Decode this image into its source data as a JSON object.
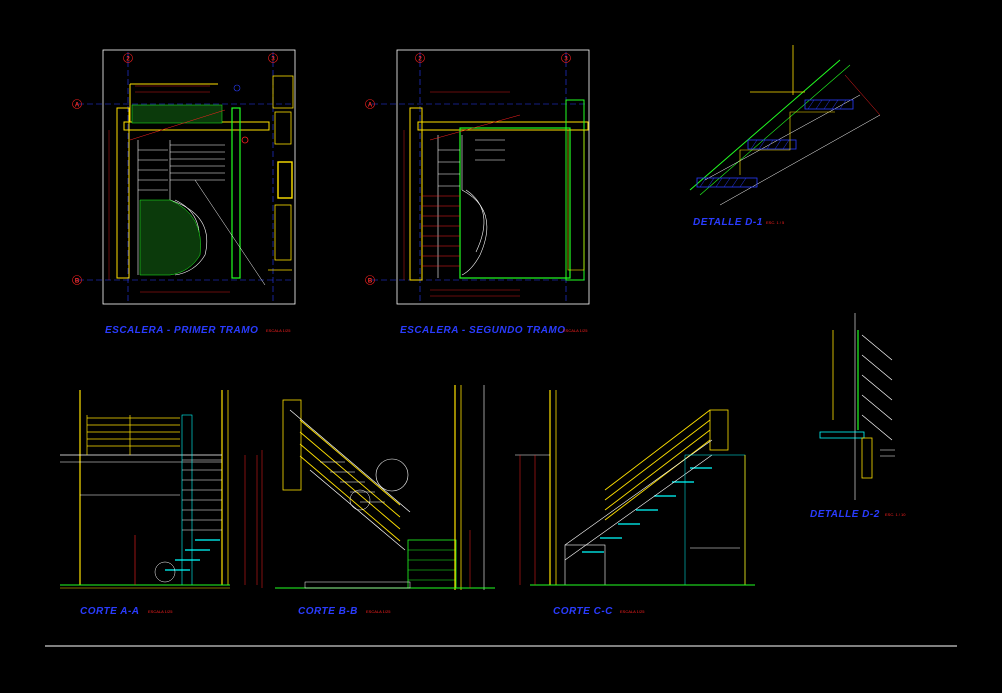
{
  "drawing": {
    "views": [
      {
        "id": "plan1",
        "title": "ESCALERA - PRIMER TRAMO",
        "scale": "ESCALA 1/25"
      },
      {
        "id": "plan2",
        "title": "ESCALERA - SEGUNDO TRAMO",
        "scale": "ESCALA 1/25"
      },
      {
        "id": "detail-d1",
        "title": "DETALLE D-1",
        "scale": "ESC. 1 / 5"
      },
      {
        "id": "detail-d2",
        "title": "DETALLE D-2",
        "scale": "ESC. 1 / 10"
      },
      {
        "id": "section-aa",
        "title": "CORTE A-A",
        "scale": "ESCALA 1/25"
      },
      {
        "id": "section-bb",
        "title": "CORTE B-B",
        "scale": "ESCALA 1/25"
      },
      {
        "id": "section-cc",
        "title": "CORTE C-C",
        "scale": "ESCALA 1/25"
      }
    ],
    "grid_labels": {
      "a": "A",
      "b": "B",
      "two": "2",
      "three": "3"
    },
    "colors": {
      "background": "#000000",
      "title": "#2a3cff",
      "annotation": "#ff2020",
      "walls": "#ffe100",
      "structure": "#22ff22",
      "outline": "#ffffff",
      "treads": "#00ffff"
    }
  }
}
